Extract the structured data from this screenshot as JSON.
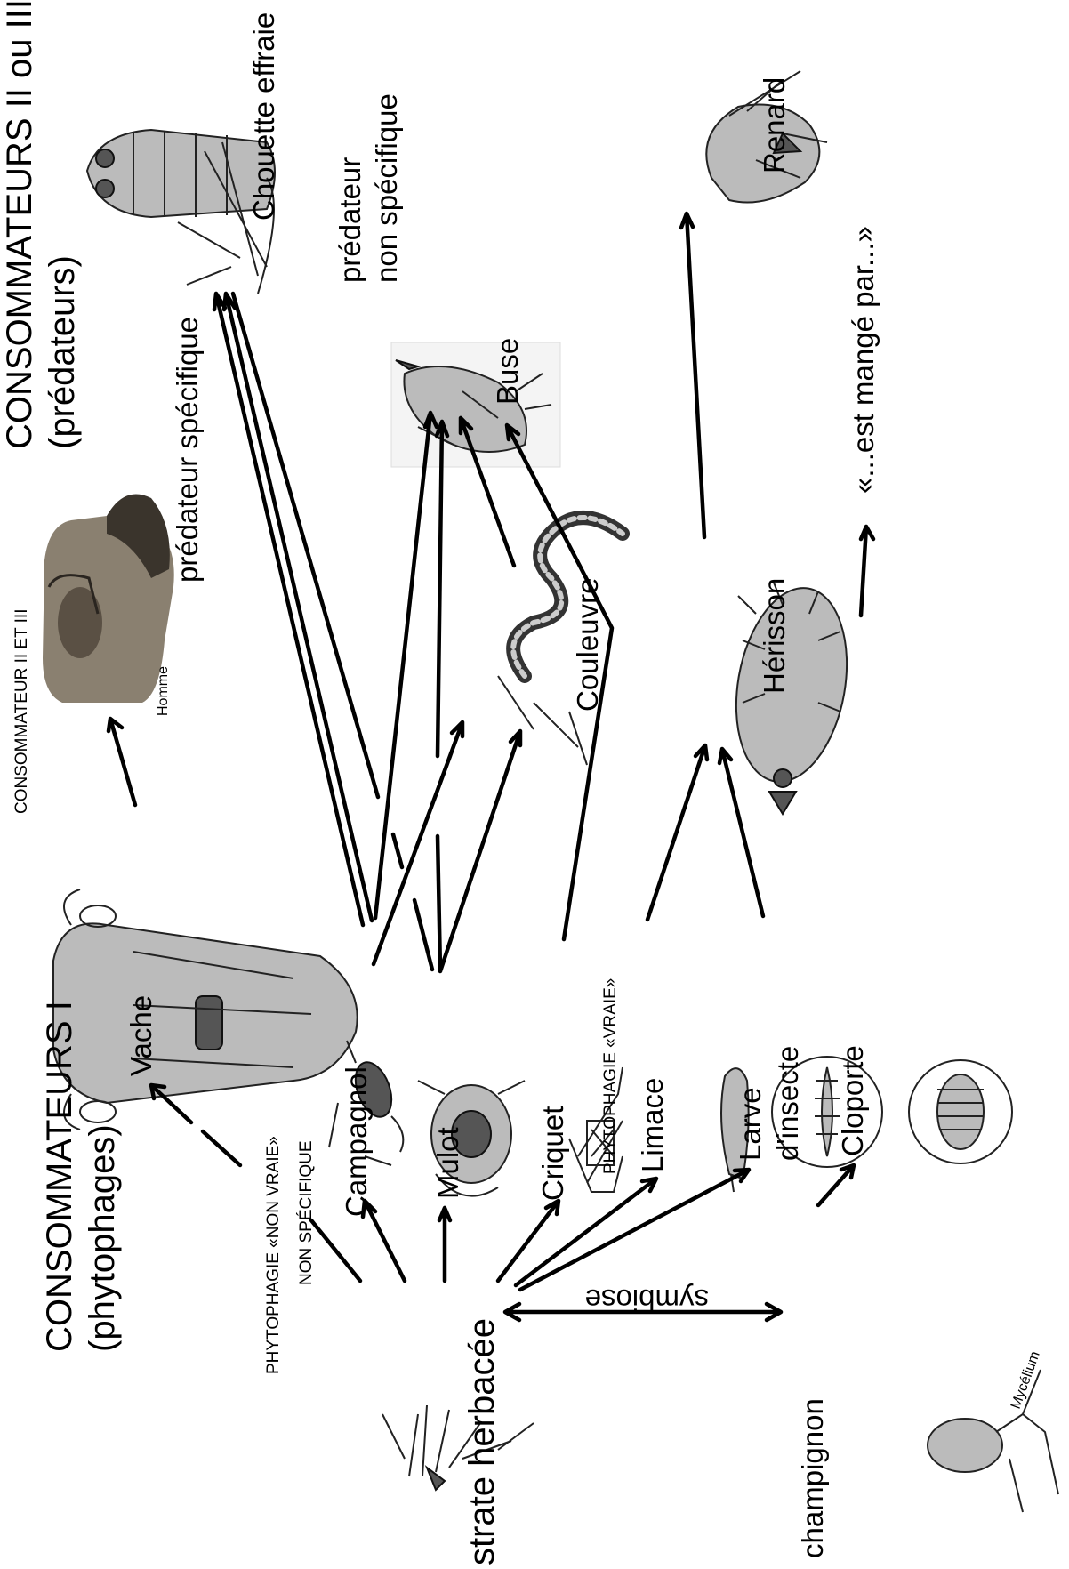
{
  "labels": {
    "consommateurs_1_title": "CONSOMMATEURS I",
    "consommateurs_1_sub": "(phytophages)",
    "consommateurs_2_title": "CONSOMMATEURS II ou III",
    "consommateurs_2_sub": "(prédateurs)",
    "consommateur_2_et_3": "CONSOMMATEUR II ET III",
    "homme": "Homme",
    "predateur_specifique": "prédateur spécifique",
    "predateur_non_1": "prédateur",
    "predateur_non_2": "non spécifique",
    "chouette": "Chouette effraie",
    "buse": "Buse",
    "renard": "Renard",
    "couleuvre": "Couleuvre",
    "herisson": "Hérisson",
    "legend": "«...est mangé par...»",
    "vache": "Vache",
    "campagnol": "Campagnol",
    "mulot": "Mulot",
    "criquet": "Criquet",
    "limace": "Limace",
    "larve_1": "Larve",
    "larve_2": "d'insecte",
    "cloporte": "Cloporte",
    "phyto_non_vraie": "PHYTOPHAGIE «NON VRAIE»",
    "non_specifique": "NON SPÉCIFIQUE",
    "phyto_vraie": "PHYTOPHAGIE «VRAIE»",
    "strate": "strate herbacée",
    "symbiose": "symbiose",
    "champignon": "champignon",
    "mycelium": "Mycélium"
  },
  "icons": {
    "owl": "owl-illustration",
    "buzzard": "buzzard-illustration",
    "fox": "fox-illustration",
    "snake": "snake-illustration",
    "hedgehog": "hedgehog-illustration",
    "cow": "cow-illustration",
    "vole": "vole-illustration",
    "mouse": "mouse-illustration",
    "cricket": "cricket-illustration",
    "slug": "slug-illustration",
    "larva": "larva-illustration",
    "woodlouse": "woodlouse-illustration",
    "mushroom": "mushroom-illustration",
    "grass": "grass-illustration",
    "man_photo": "man-owl-photo"
  }
}
